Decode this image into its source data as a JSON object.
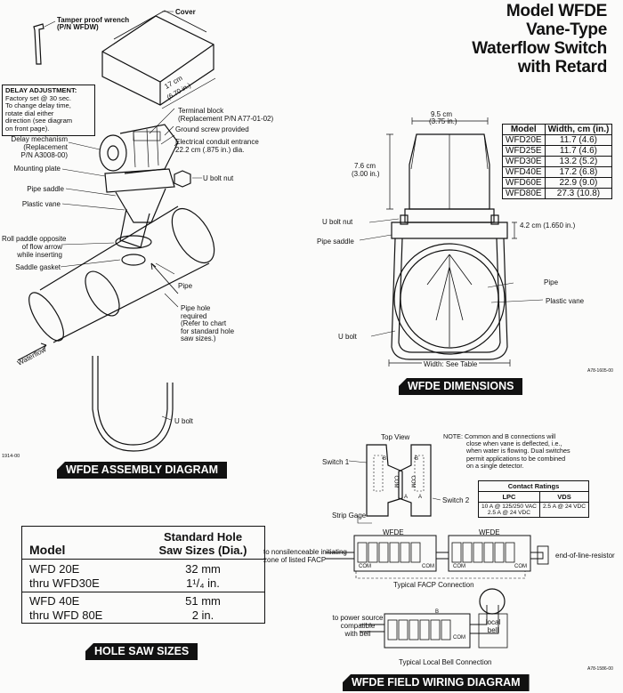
{
  "title": {
    "line1": "Model WFDE",
    "line2": "Vane-Type",
    "line3": "Waterflow Switch",
    "line4": "with Retard"
  },
  "assembly": {
    "cover": "Cover",
    "tamper_wrench": "Tamper proof wrench",
    "tamper_wrench_pn": "(P/N WFDW)",
    "delay_adjust_heading": "DELAY ADJUSTMENT:",
    "delay_adjust_lines": [
      "Factory set @ 30 sec.",
      "To change delay time,",
      "rotate dial either",
      "direction (see diagram",
      "on front page)."
    ],
    "length": "17 cm",
    "length_in": "(6.70 in.)",
    "terminal_block": "Terminal block",
    "terminal_block_pn": "(Replacement P/N A77-01-02)",
    "ground_screw": "Ground screw provided",
    "conduit": "Electrical conduit entrance",
    "conduit_size": "22.2 cm (.875 in.) dia.",
    "delay_mech": "Delay mechanism",
    "delay_mech_repl": "(Replacement",
    "delay_mech_pn": "P/N A3008-00)",
    "mounting_plate": "Mounting plate",
    "ubolt_nut": "U bolt nut",
    "pipe_saddle": "Pipe saddle",
    "plastic_vane": "Plastic vane",
    "roll_paddle": [
      "Roll paddle opposite",
      "of flow arrow",
      "while inserting"
    ],
    "saddle_gasket": "Saddle gasket",
    "pipe": "Pipe",
    "pipe_hole": [
      "Pipe hole",
      "required",
      "(Refer to chart",
      "for standard hole",
      "saw sizes.)"
    ],
    "waterflow": "Waterflow",
    "ubolt": "U bolt",
    "docnum": "1914-00",
    "banner": "WFDE ASSEMBLY DIAGRAM"
  },
  "dimensions": {
    "width_top": "9.5 cm",
    "width_top_in": "(3.75 in.)",
    "height": "7.6 cm",
    "height_in": "(3.00 in.)",
    "ubolt_nut": "U bolt nut",
    "pipe_saddle": "Pipe saddle",
    "clearance": "4.2 cm (1.650 in.)",
    "pipe": "Pipe",
    "plastic_vane": "Plastic vane",
    "ubolt": "U bolt",
    "width_see_table": "Width: See Table",
    "docnum": "A78-1605-00",
    "banner": "WFDE DIMENSIONS",
    "table_headers": [
      "Model",
      "Width, cm (in.)"
    ],
    "table_rows": [
      [
        "WFD20E",
        "11.7 (4.6)"
      ],
      [
        "WFD25E",
        "11.7 (4.6)"
      ],
      [
        "WFD30E",
        "13.2 (5.2)"
      ],
      [
        "WFD40E",
        "17.2 (6.8)"
      ],
      [
        "WFD60E",
        "22.9 (9.0)"
      ],
      [
        "WFD80E",
        "27.3 (10.8)"
      ]
    ]
  },
  "hole_saw": {
    "header_model": "Model",
    "header_size": [
      "Standard Hole",
      "Saw Sizes (Dia.)"
    ],
    "rows": [
      {
        "model1": "WFD 20E",
        "model2": "thru WFD30E",
        "size1": "32 mm",
        "size2": "1¹/₄ in."
      },
      {
        "model1": "WFD 40E",
        "model2": "thru WFD 80E",
        "size1": "51 mm",
        "size2": "2 in."
      }
    ],
    "banner": "HOLE SAW SIZES"
  },
  "wiring": {
    "top_view": "Top View",
    "switch1": "Switch 1",
    "switch2": "Switch 2",
    "strip_gage": "Strip Gage",
    "com": "COM",
    "note_lines": [
      "NOTE:  Common and B connections will",
      "close when vane is deflected, i.e.,",
      "when water is flowing. Dual switches",
      "permit applications to be combined",
      "on a single detector."
    ],
    "contact_ratings": "Contact Ratings",
    "lpc": "LPC",
    "vds": "VDS",
    "lpc_1": "10 A @ 125/250 VAC",
    "lpc_2": "2.5 A @ 24 VDC",
    "vds_1": "2.5 A @ 24 VDC",
    "wfde": "WFDE",
    "to_facp": [
      "to nonsilenceable initiating",
      "zone of listed FACP"
    ],
    "eol": "end-of-line-resistor",
    "typical_facp": "Typical FACP Connection",
    "to_power": [
      "to power source",
      "compatible",
      "with bell"
    ],
    "local_bell": [
      "local",
      "bell"
    ],
    "typical_bell": "Typical Local Bell Connection",
    "docnum": "A78-1586-00",
    "banner": "WFDE FIELD WIRING DIAGRAM",
    "letter_a": "A",
    "letter_b": "B"
  }
}
